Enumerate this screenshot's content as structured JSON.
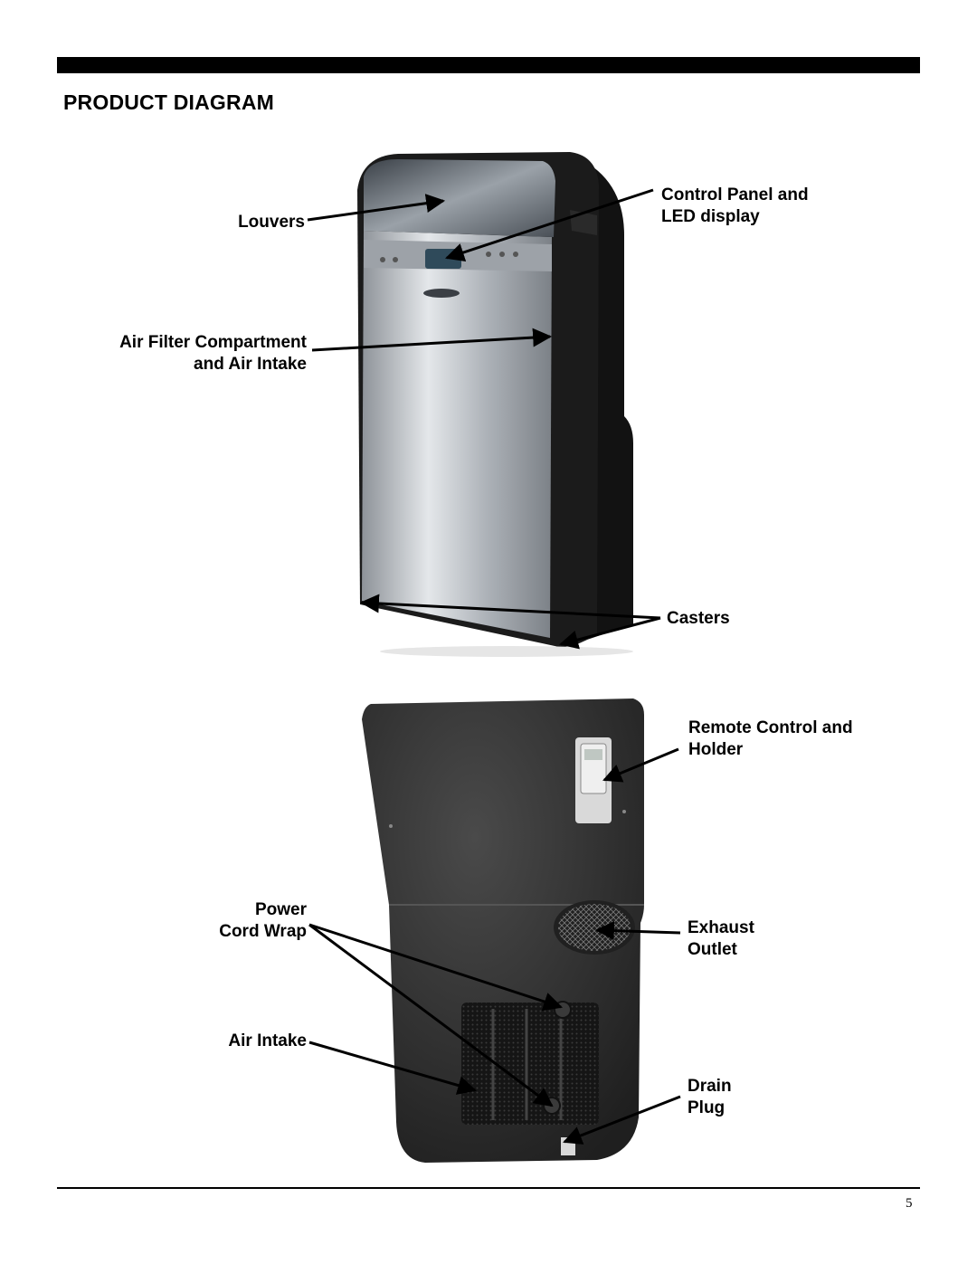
{
  "page": {
    "heading": "PRODUCT DIAGRAM",
    "page_number": "5"
  },
  "front_view": {
    "labels": {
      "louvers": [
        "Louvers"
      ],
      "control_panel": [
        "Control Panel and",
        "LED display"
      ],
      "air_filter": [
        "Air Filter Compartment",
        "and Air Intake"
      ],
      "casters": [
        "Casters"
      ]
    }
  },
  "back_view": {
    "labels": {
      "remote_control": [
        "Remote Control and",
        "Holder"
      ],
      "power_cord_wrap": [
        "Power",
        "Cord Wrap"
      ],
      "exhaust_outlet": [
        "Exhaust",
        "Outlet"
      ],
      "air_intake": [
        "Air Intake"
      ],
      "drain_plug": [
        "Drain",
        "Plug"
      ]
    }
  },
  "colors": {
    "rule": "#000000",
    "body_silver": "#b8bcc2",
    "frame_black": "#141414",
    "back_body": "#2e2e2e"
  }
}
